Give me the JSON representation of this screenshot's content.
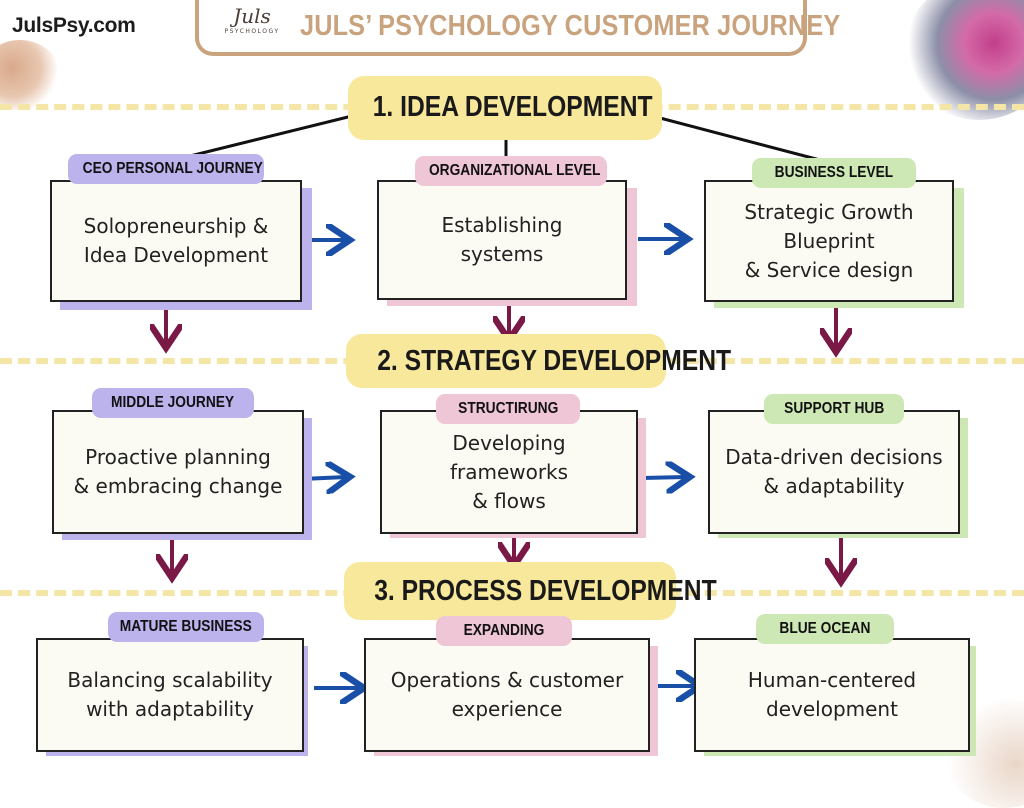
{
  "brand": "JulsPsy.com",
  "header": {
    "logo_script": "Juls",
    "logo_sub": "PSYCHOLOGY",
    "title": "JULS’ PSYCHOLOGY CUSTOMER JOURNEY"
  },
  "stages": [
    {
      "label": "1.  IDEA DEVELOPMENT"
    },
    {
      "label": "2. STRATEGY DEVELOPMENT"
    },
    {
      "label": "3. PROCESS DEVELOPMENT"
    }
  ],
  "rows": [
    [
      {
        "tag": "CEO PERSONAL JOURNEY",
        "text": "Solopreneurship &\nIdea Development"
      },
      {
        "tag": "ORGANIZATIONAL LEVEL",
        "text": "Establishing\nsystems"
      },
      {
        "tag": "BUSINESS LEVEL",
        "text": "Strategic Growth\nBlueprint\n& Service design"
      }
    ],
    [
      {
        "tag": "MIDDLE JOURNEY",
        "text": "Proactive planning\n& embracing change"
      },
      {
        "tag": "STRUCTIRUNG",
        "text": "Developing\nframeworks\n& flows"
      },
      {
        "tag": "SUPPORT HUB",
        "text": "Data-driven decisions\n& adaptability"
      }
    ],
    [
      {
        "tag": "MATURE BUSINESS",
        "text": "Balancing scalability\nwith adaptability"
      },
      {
        "tag": "EXPANDING",
        "text": "Operations & customer\nexperience"
      },
      {
        "tag": "BLUE OCEAN",
        "text": "Human-centered\ndevelopment"
      }
    ]
  ],
  "colors": {
    "header_accent": "#c9a37e",
    "stage_fill": "#f8e89c",
    "dash": "#f3e6a6",
    "column_1_tag": "#bcb2ec",
    "column_2_tag": "#efc6d6",
    "column_3_tag": "#cde8b5",
    "arrow_right": "#1a4fa8",
    "arrow_down": "#7a1846"
  }
}
